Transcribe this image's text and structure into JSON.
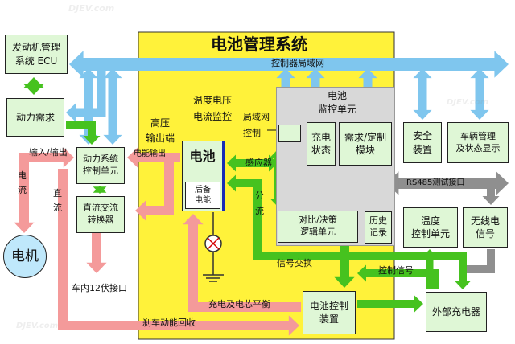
{
  "watermark": "DJEV.com",
  "title": "电池管理系统",
  "bus_label": "控制器局域网",
  "nodes": {
    "ecu": [
      "发动机管理",
      "系统 ECU"
    ],
    "power_demand": "动力需求",
    "power_ctrl": [
      "动力系统",
      "控制单元"
    ],
    "dcdc": [
      "直流交流",
      "转换器"
    ],
    "motor": "电机",
    "battery": "电池",
    "backup": [
      "后备",
      "电能"
    ],
    "monitor_title": [
      "电池",
      "监控单元"
    ],
    "can_ctrl": [
      "局域网",
      "控制"
    ],
    "charge_state": [
      "充电",
      "状态"
    ],
    "demand_module": [
      "需求/定制",
      "模块"
    ],
    "compare_logic": [
      "对比/决策",
      "逻辑单元"
    ],
    "history": [
      "历史",
      "记录"
    ],
    "safety": [
      "安全",
      "装置"
    ],
    "vehicle_mgmt": [
      "车辆管理",
      "及状态显示"
    ],
    "temp_ctrl": [
      "温度",
      "控制单元"
    ],
    "wireless": [
      "无线电",
      "信号"
    ],
    "battery_ctrl": [
      "电池控制",
      "装置"
    ],
    "ext_charger": "外部充电器"
  },
  "labels": {
    "io": "输入/输出",
    "current_v": "电流",
    "dc": "直流",
    "hv_out": [
      "高压",
      "输出端"
    ],
    "temp_volt": [
      "温度电压",
      "电流监控"
    ],
    "energy_out": "电能输出",
    "sensor": "感应器",
    "shunt": "分流",
    "rs485": "RS485测试接口",
    "signal_exchange": "信号交换",
    "control_signal": "控制信号",
    "port12v": "车内12伏接口",
    "charge_balance": "充电及电芯平衡",
    "regen": "刹车动能回收"
  },
  "colors": {
    "yellow": "#fff23a",
    "blue_arrow": "#7fc6ee",
    "green_arrow": "#46c21f",
    "pink_arrow": "#f49a9a",
    "gray_arrow": "#8f8f8f",
    "box_fill": "#dff7d6",
    "monitor_fill": "#d8d8d8",
    "title_color": "#000000"
  }
}
